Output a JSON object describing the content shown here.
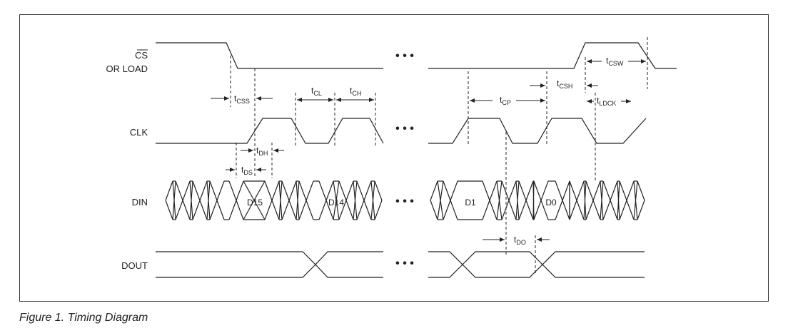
{
  "figure": {
    "caption": "Figure 1. Timing Diagram"
  },
  "signals": {
    "cs_bar": "CS",
    "or_load": "OR LOAD",
    "clk": "CLK",
    "din": "DIN",
    "dout": "DOUT"
  },
  "timing": {
    "tcss": {
      "main": "t",
      "sub": "CSS"
    },
    "tcl": {
      "main": "t",
      "sub": "CL"
    },
    "tch": {
      "main": "t",
      "sub": "CH"
    },
    "tcp": {
      "main": "t",
      "sub": "CP"
    },
    "tcsh": {
      "main": "t",
      "sub": "CSH"
    },
    "tcsw": {
      "main": "t",
      "sub": "CSW"
    },
    "tldck": {
      "main": "t",
      "sub": "LDCK"
    },
    "tdh": {
      "main": "t",
      "sub": "DH"
    },
    "tds": {
      "main": "t",
      "sub": "DS"
    },
    "tdo": {
      "main": "t",
      "sub": "DO"
    }
  },
  "din_bits": {
    "d15": "D15",
    "d14": "D14",
    "d1": "D1",
    "d0": "D0"
  },
  "ellipsis": "• • •"
}
